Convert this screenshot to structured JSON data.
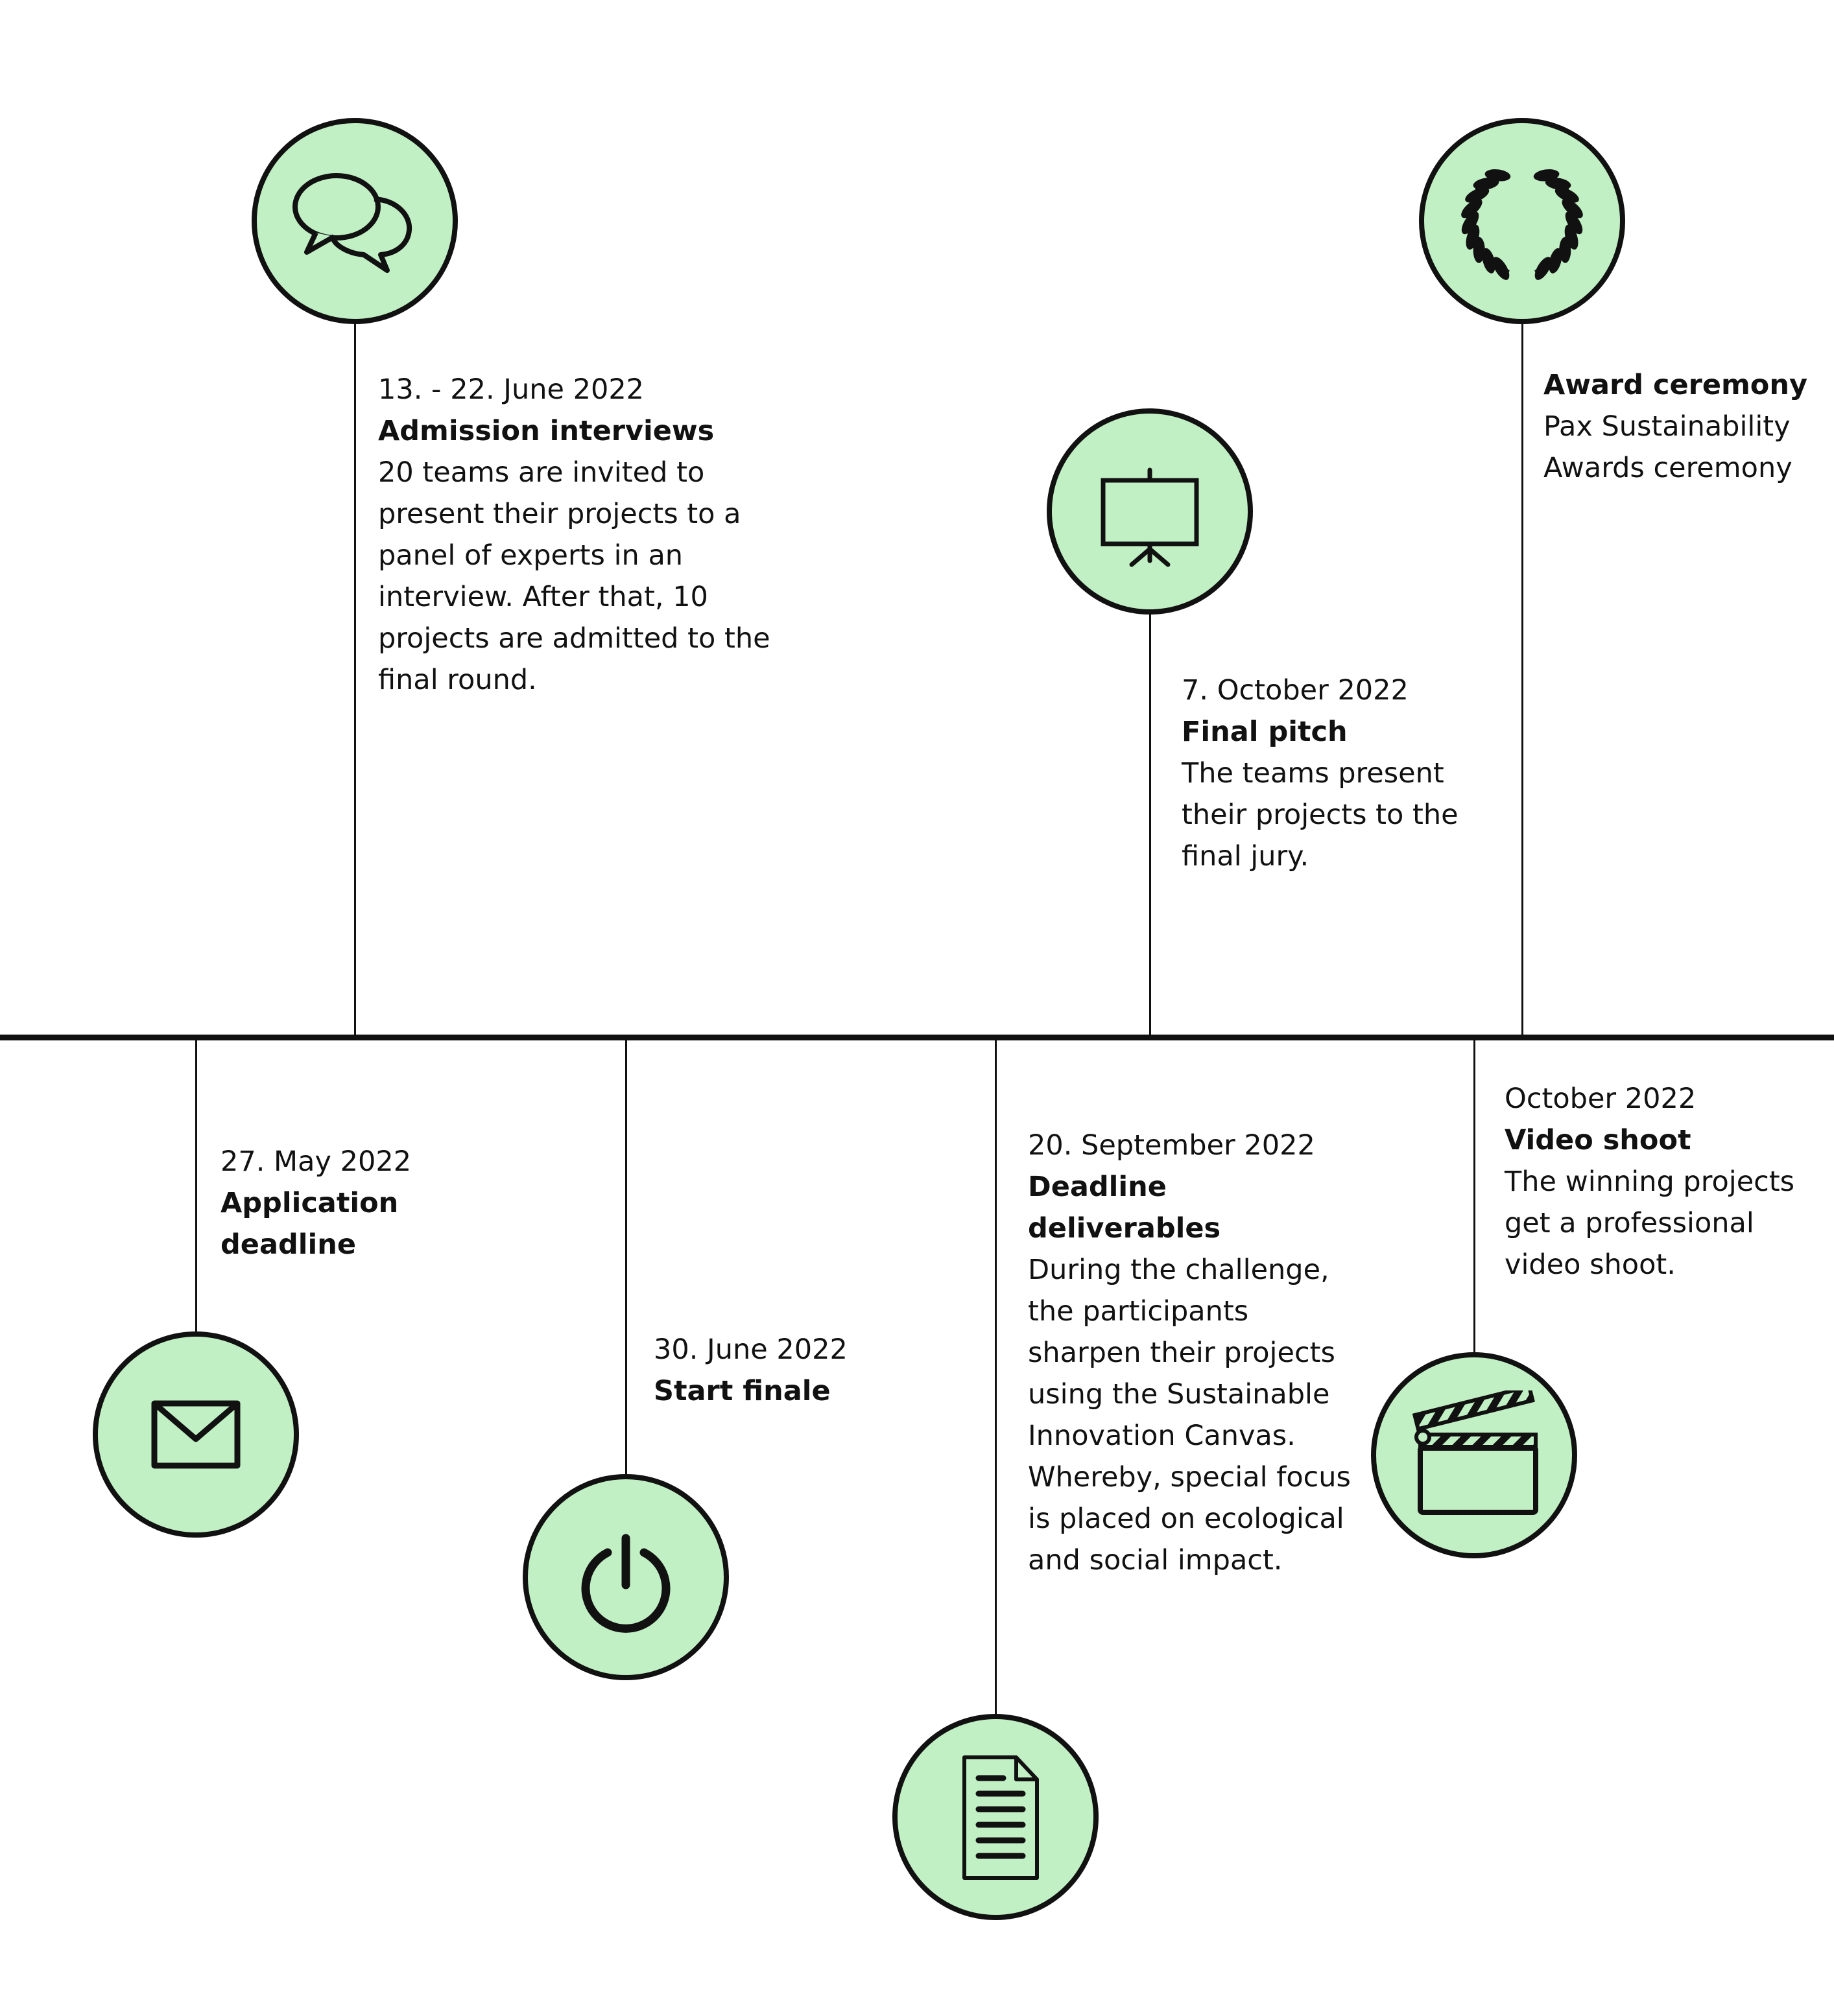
{
  "accent": "#c2f0c5",
  "events": [
    {
      "id": "application",
      "icon": "envelope-icon",
      "date": "27. May 2022",
      "title": "Application deadline",
      "description": ""
    },
    {
      "id": "interviews",
      "icon": "speech-bubbles-icon",
      "date": "13. - 22. June 2022",
      "title": "Admission interviews",
      "description": "20 teams are invited to present their projects to a panel of experts in an interview. After that, 10 projects are admitted to the final round."
    },
    {
      "id": "start-finale",
      "icon": "power-icon",
      "date": "30. June 2022",
      "title": "Start finale",
      "description": ""
    },
    {
      "id": "deliverables",
      "icon": "document-icon",
      "date": "20. September 2022",
      "title": "Deadline deliverables",
      "description": "During the challenge, the participants sharpen their projects using the Sustainable Innovation Canvas. Whereby, special focus is placed on ecological and social impact."
    },
    {
      "id": "final-pitch",
      "icon": "presentation-board-icon",
      "date": "7. October 2022",
      "title": "Final pitch",
      "description": "The teams present their projects to the final jury."
    },
    {
      "id": "video-shoot",
      "icon": "clapperboard-icon",
      "date": "October 2022",
      "title": "Video shoot",
      "description": "The winning projects get a professional video shoot."
    },
    {
      "id": "award",
      "icon": "laurel-wreath-icon",
      "date": "",
      "title": "Award ceremony",
      "description": "Pax Sustainability Awards ceremony"
    }
  ]
}
